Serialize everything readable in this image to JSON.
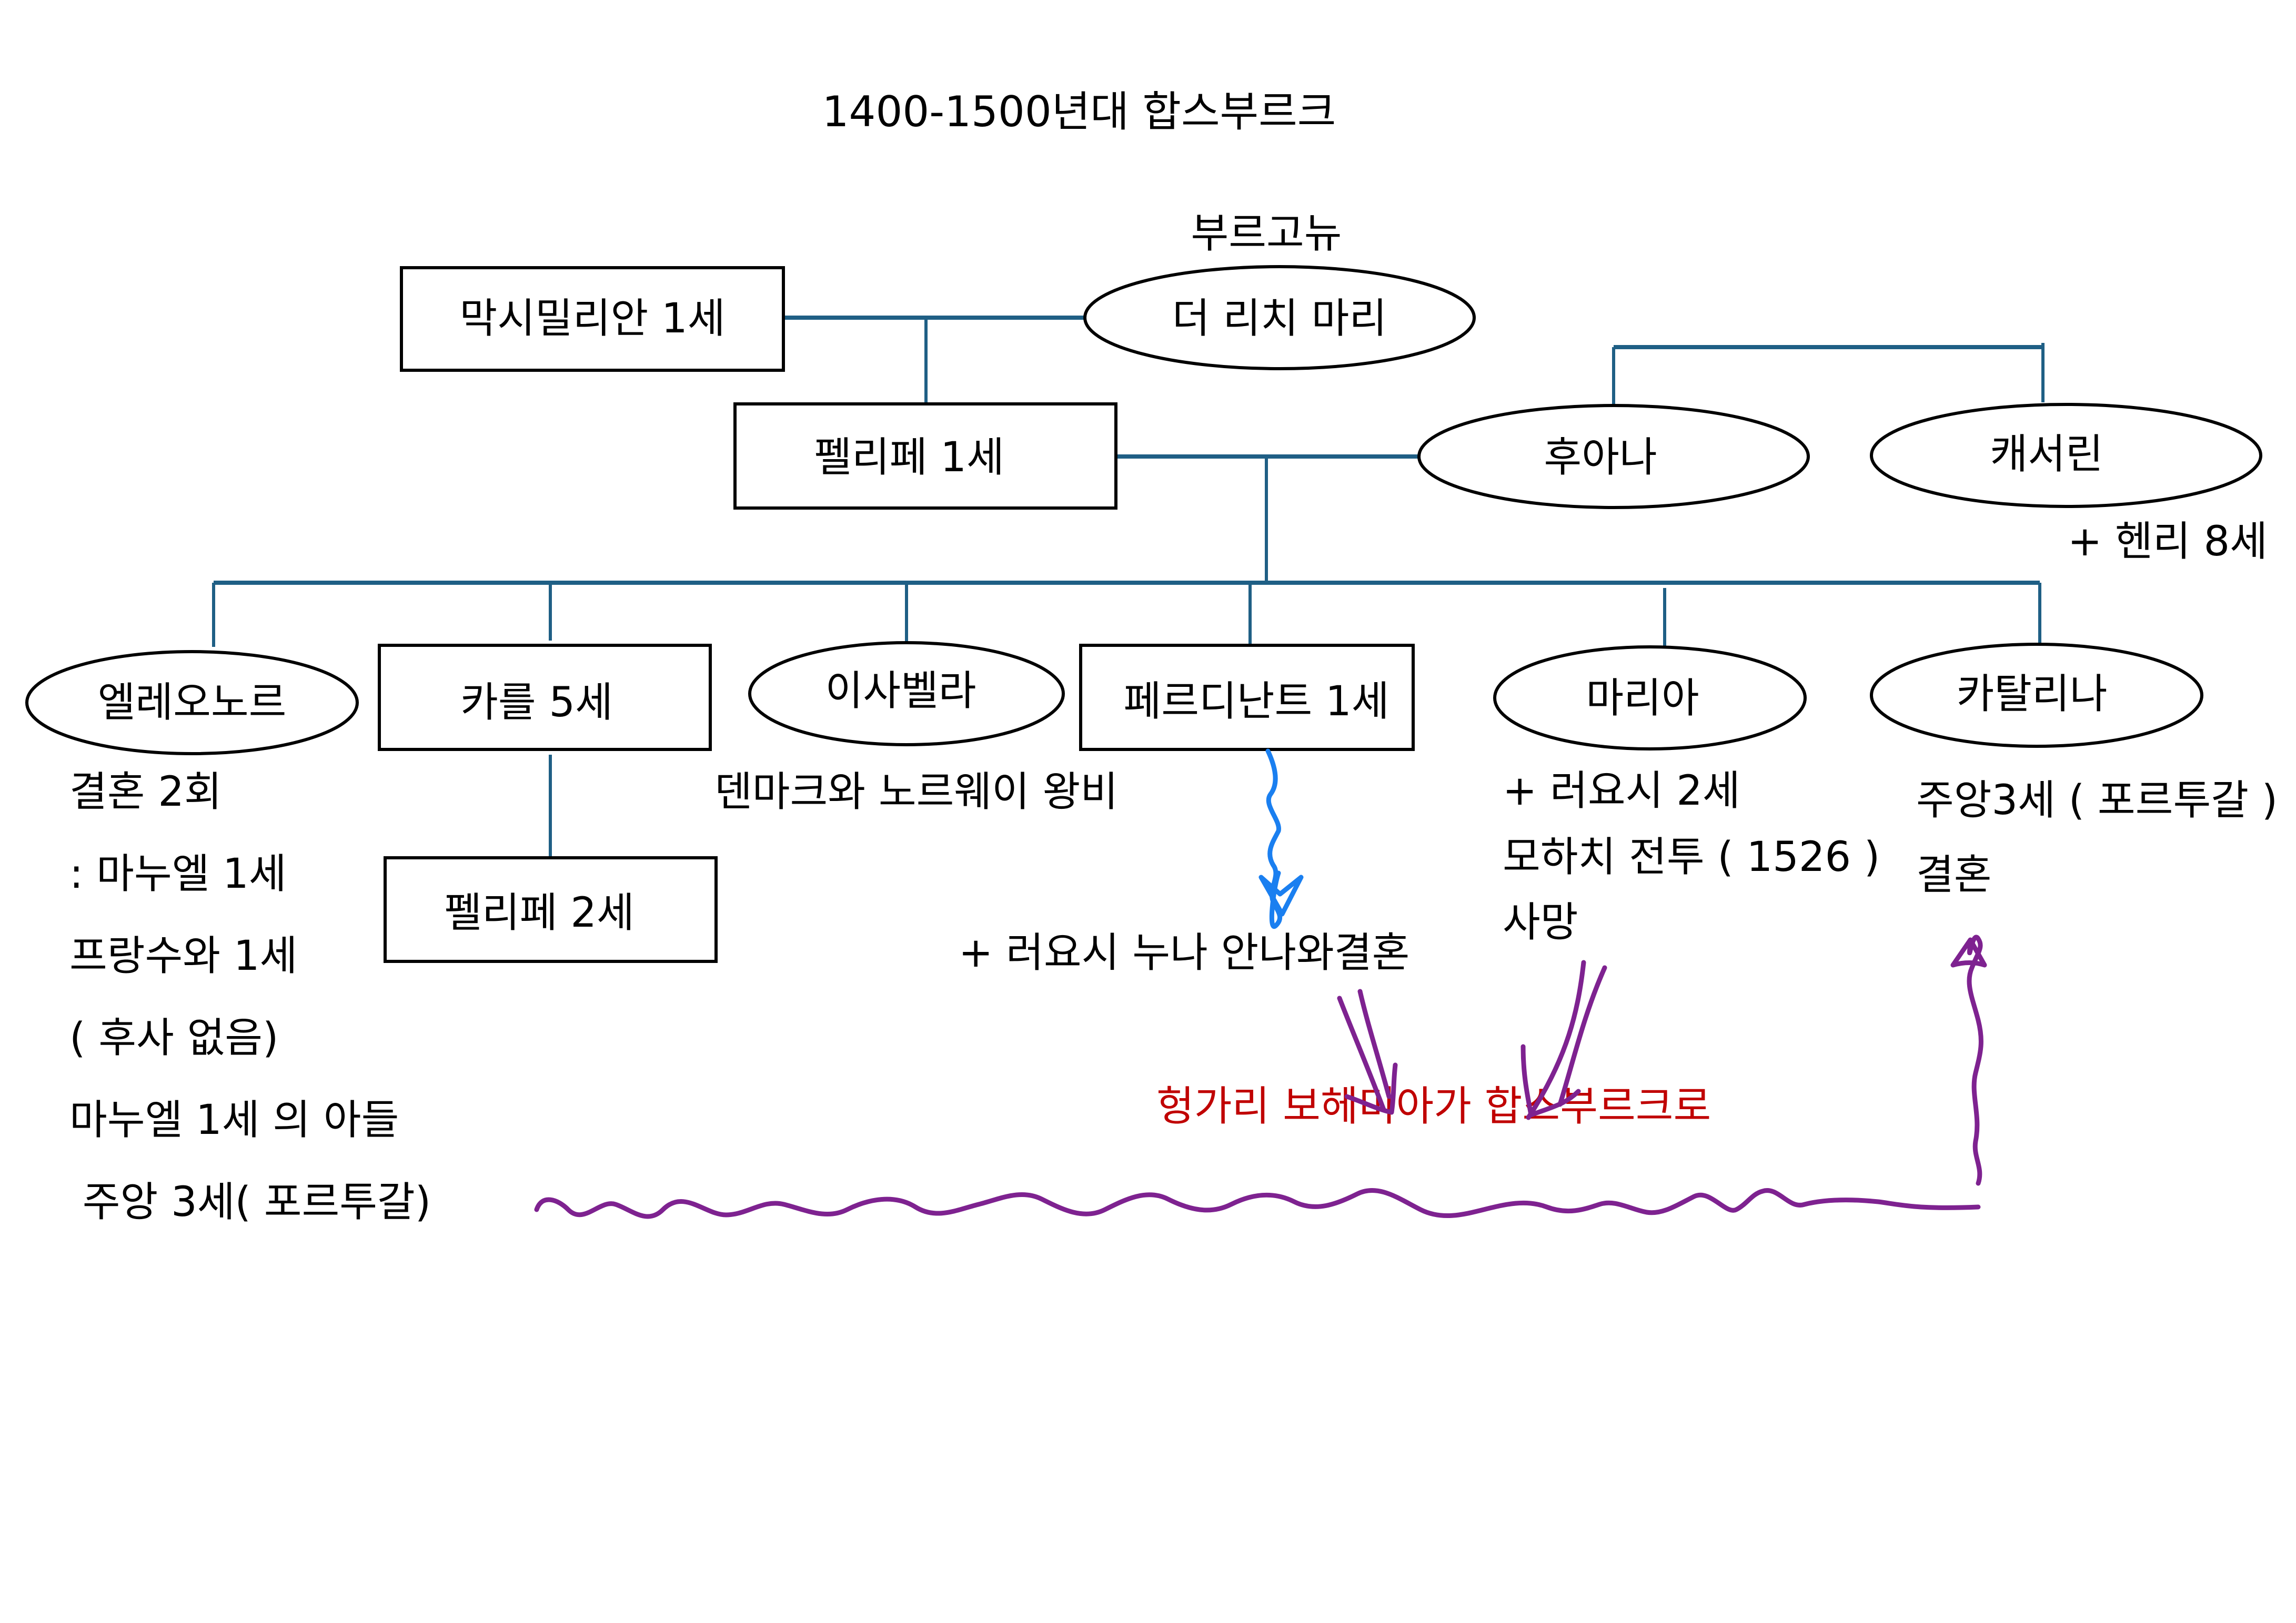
{
  "title": "1400-1500년대 합스부르크",
  "colors": {
    "connector": "#1f5f85",
    "annotation_red": "#c00000",
    "ink_blue": "#1a7ff0",
    "ink_purple": "#7e2290"
  },
  "generation1": {
    "maximilian": "막시밀리안 1세",
    "burgundy_label": "부르고뉴",
    "mary": "더 리치 마리"
  },
  "generation2": {
    "philip": "펠리페 1세",
    "juana": "후아나",
    "catherine": "캐서린",
    "catherine_note": "+ 헨리 8세"
  },
  "children": [
    {
      "name": "엘레오노르",
      "shape": "ellipse"
    },
    {
      "name": "카를 5세",
      "shape": "box"
    },
    {
      "name": "이사벨라",
      "shape": "ellipse"
    },
    {
      "name": "페르디난트 1세",
      "shape": "box"
    },
    {
      "name": "마리아",
      "shape": "ellipse"
    },
    {
      "name": "카탈리나",
      "shape": "ellipse"
    }
  ],
  "grandchild": {
    "name": "펠리페 2세"
  },
  "notes": {
    "eleanor": [
      "결혼 2회",
      ": 마누엘 1세",
      "프랑수와 1세",
      "( 후사 없음)",
      "마누엘 1세 의 아들",
      " 주앙 3세( 포르투갈)"
    ],
    "isabella": "덴마크와 노르웨이 왕비",
    "ferdinand": "+ 러요시 누나 안나와결혼",
    "maria": [
      "+ 러요시 2세",
      "모하치 전투 ( 1526 )",
      "사망"
    ],
    "catalina": [
      "주앙3세 ( 포르투갈 )",
      "결혼"
    ],
    "result": "헝가리 보헤미아가 합스부르크로"
  }
}
